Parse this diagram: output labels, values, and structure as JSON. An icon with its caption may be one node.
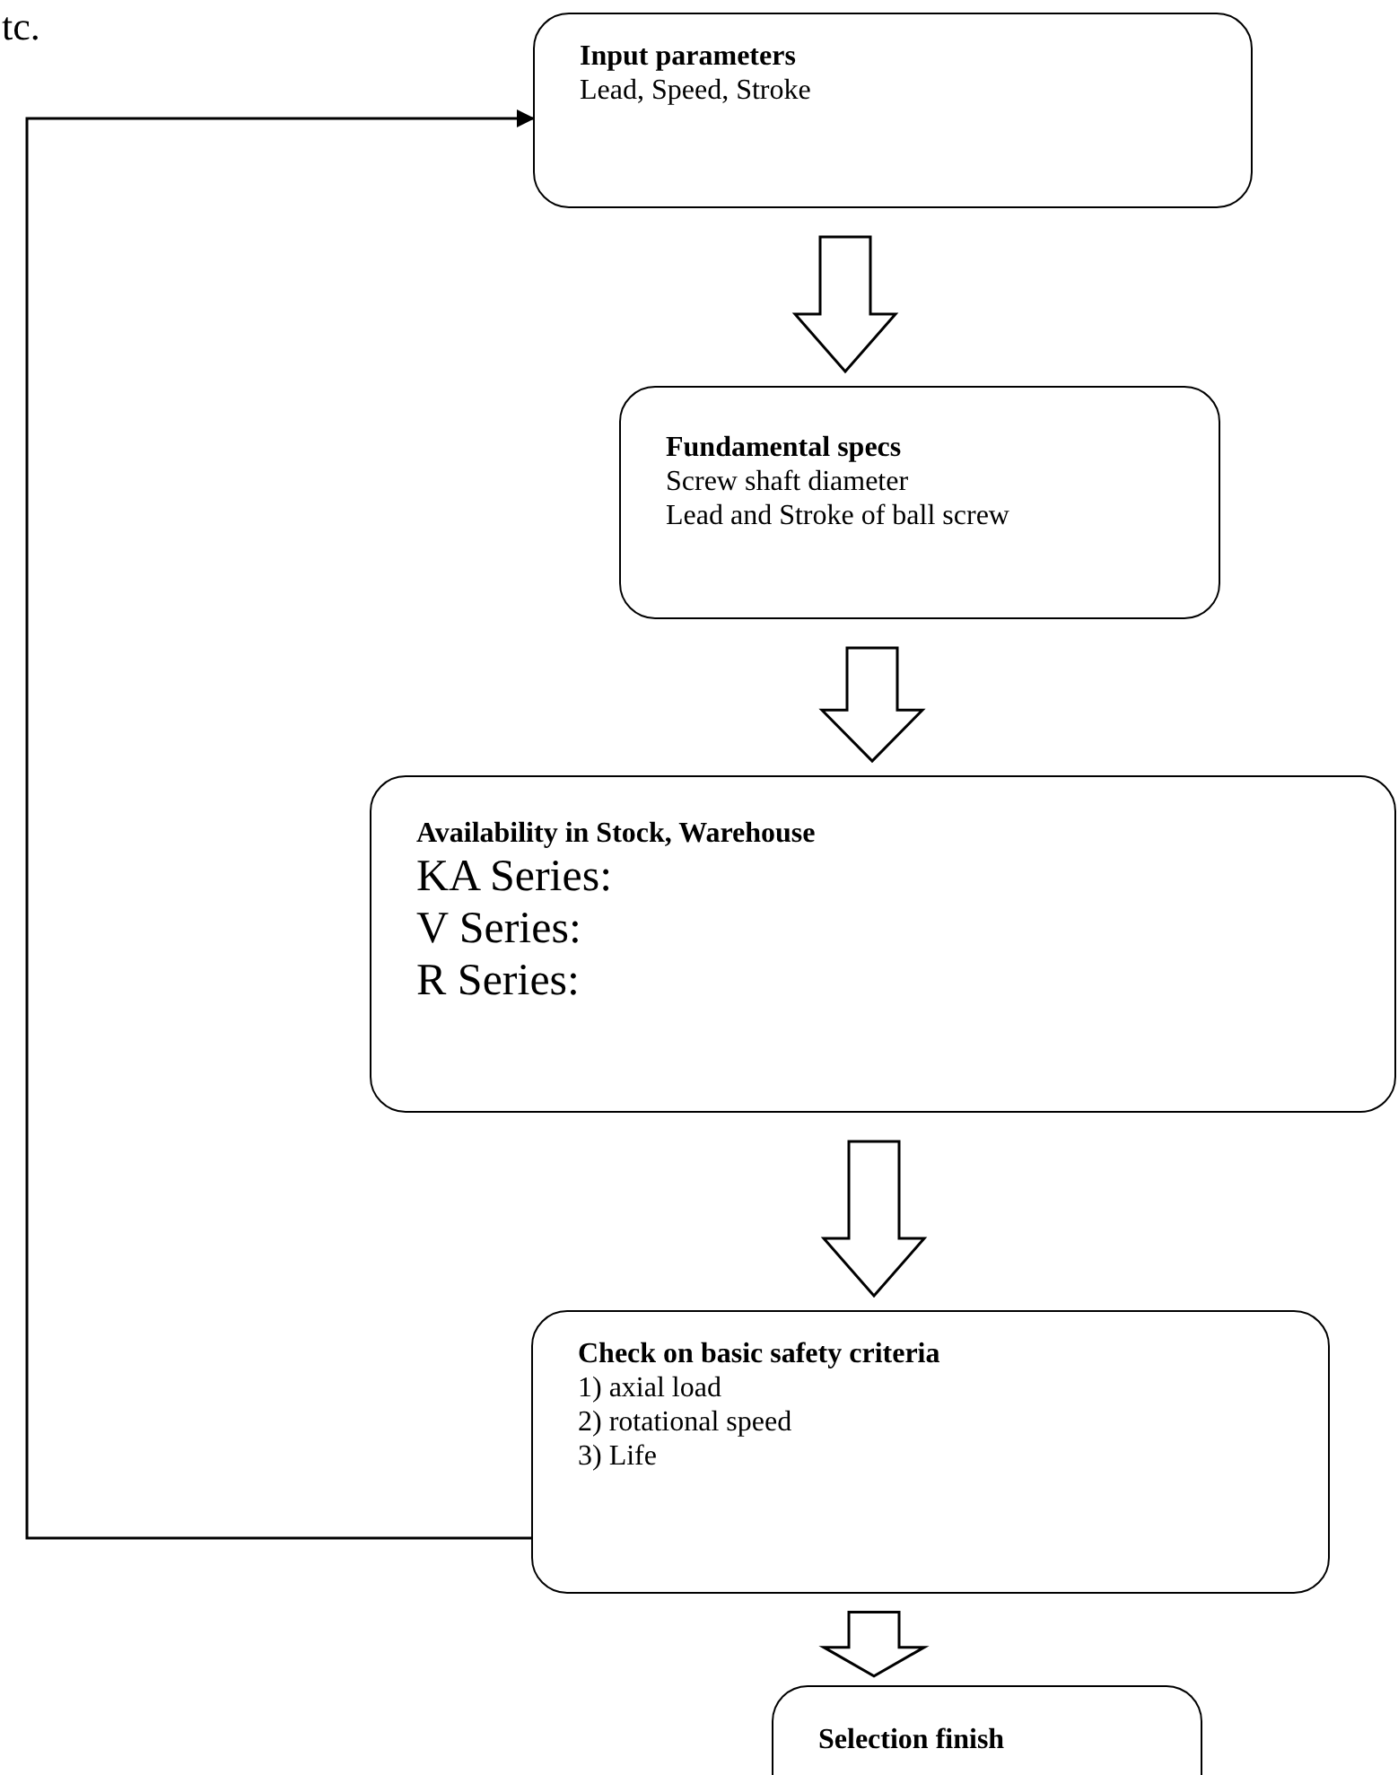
{
  "diagram": {
    "nodes": [
      {
        "text": [
          "Input parameters",
          "Lead, Speed, Stroke"
        ]
      },
      {
        "text": [
          "Fundamental specs",
          "Screw shaft diameter",
          "Lead and Stroke of ball screw"
        ]
      },
      {
        "text": [
          "Availability in Stock, Warehouse",
          "KA Series:",
          "V Series:",
          "R Series:"
        ]
      },
      {
        "text": [
          "Check on basic safety criteria",
          "1) axial load",
          "2) rotational speed",
          "3) Life"
        ]
      },
      {
        "text": [
          "Selection finish"
        ]
      }
    ],
    "edges": [
      {
        "from": 0,
        "to": 1,
        "arrow": "to"
      },
      {
        "from": 1,
        "to": 2,
        "arrow": "to"
      },
      {
        "from": 2,
        "to": 3,
        "arrow": "to"
      },
      {
        "from": 3,
        "to": 4,
        "arrow": "to"
      },
      {
        "from": 3,
        "to": 0,
        "arrow": "to"
      }
    ],
    "labels": [
      "tc."
    ]
  }
}
